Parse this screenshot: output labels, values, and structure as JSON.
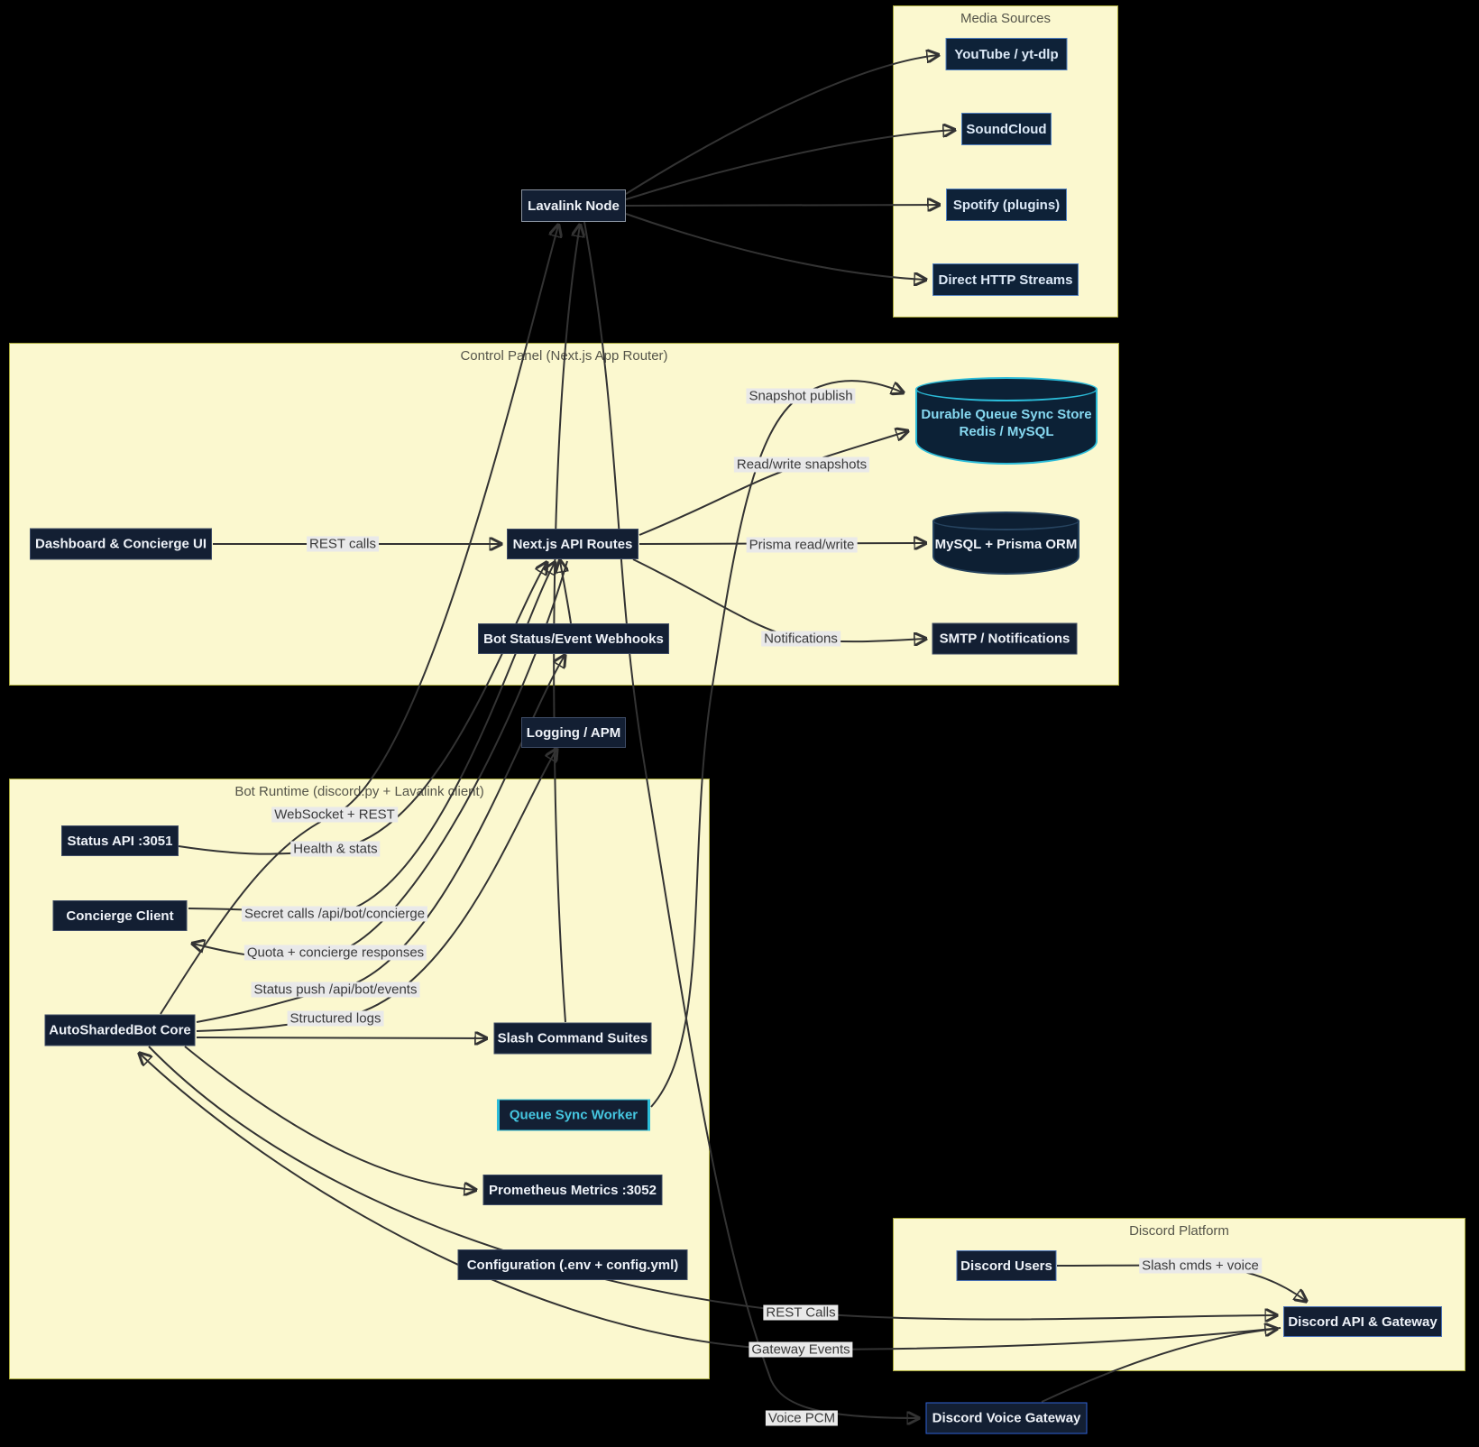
{
  "colors": {
    "edge": "#333333",
    "subgraph-fill": "#fbf8cf",
    "subgraph-border": "#a9a93b",
    "node-fill": "#131f33",
    "node-border": "#3f4c66",
    "media-border": "#5080c0",
    "accent-cyan": "#2bbcd9",
    "accent-cyan-text": "#45c6e0",
    "accent-blue": "#2f62d6",
    "elabel-bg": "#e9e9e9",
    "store-text": "#86d8f0"
  },
  "subgraphs": {
    "media": {
      "title": "Media Sources"
    },
    "control": {
      "title": "Control Panel (Next.js App Router)"
    },
    "runtime": {
      "title": "Bot Runtime (discord.py + Lavalink client)"
    },
    "discord": {
      "title": "Discord Platform"
    }
  },
  "nodes": {
    "lavalink": {
      "label": "Lavalink Node"
    },
    "youtube": {
      "label": "YouTube / yt-dlp"
    },
    "soundcloud": {
      "label": "SoundCloud"
    },
    "spotify": {
      "label": "Spotify (plugins)"
    },
    "http": {
      "label": "Direct HTTP Streams"
    },
    "dashboard": {
      "label": "Dashboard & Concierge UI"
    },
    "api": {
      "label": "Next.js API Routes"
    },
    "webhooks": {
      "label": "Bot Status/Event Webhooks"
    },
    "queue_store": {
      "line1": "Durable Queue Sync Store",
      "line2": "Redis / MySQL"
    },
    "mysql": {
      "label": "MySQL + Prisma ORM"
    },
    "smtp": {
      "label": "SMTP / Notifications"
    },
    "logging": {
      "label": "Logging / APM"
    },
    "status_api": {
      "label": "Status API :3051"
    },
    "concierge": {
      "label": "Concierge Client"
    },
    "core": {
      "label": "AutoShardedBot Core"
    },
    "slash": {
      "label": "Slash Command Suites"
    },
    "queue_worker": {
      "label": "Queue Sync Worker"
    },
    "prometheus": {
      "label": "Prometheus Metrics :3052"
    },
    "config": {
      "label": "Configuration (.env + config.yml)"
    },
    "users": {
      "label": "Discord Users"
    },
    "gateway": {
      "label": "Discord API & Gateway"
    },
    "voice": {
      "label": "Discord Voice Gateway"
    }
  },
  "edge_labels": {
    "ws_rest": "WebSocket + REST",
    "health_stats": "Health & stats",
    "secret_calls": "Secret calls /api/bot/concierge",
    "quota": "Quota + concierge responses",
    "status_push": "Status push /api/bot/events",
    "structured_logs": "Structured logs",
    "rest_calls": "REST calls",
    "rw_snapshots": "Read/write snapshots",
    "snapshot_publish": "Snapshot publish",
    "prisma_rw": "Prisma read/write",
    "notifications": "Notifications",
    "slash_cmds": "Slash cmds + voice",
    "rest_calls2": "REST Calls",
    "gateway_events": "Gateway Events",
    "voice_pcm": "Voice PCM"
  }
}
